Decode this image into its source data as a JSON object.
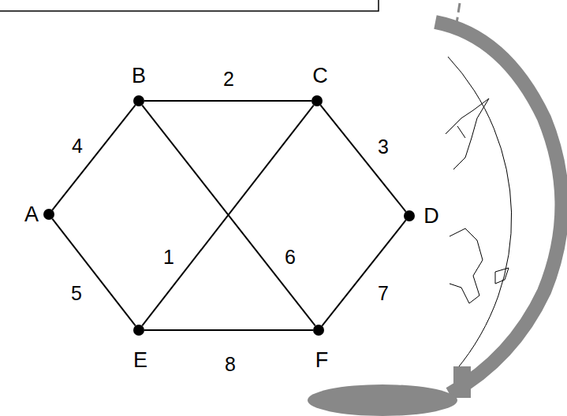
{
  "diagram": {
    "nodes": [
      {
        "text": [
          "A"
        ]
      },
      {
        "text": [
          "B"
        ]
      },
      {
        "text": [
          "C"
        ]
      },
      {
        "text": [
          "D"
        ]
      },
      {
        "text": [
          "E"
        ]
      },
      {
        "text": [
          "F"
        ]
      }
    ],
    "edges": [
      {
        "from": 0,
        "to": 1,
        "arrow": "none",
        "label": "4"
      },
      {
        "from": 1,
        "to": 2,
        "arrow": "none",
        "label": "2"
      },
      {
        "from": 2,
        "to": 3,
        "arrow": "none",
        "label": "3"
      },
      {
        "from": 0,
        "to": 4,
        "arrow": "none",
        "label": "5"
      },
      {
        "from": 4,
        "to": 2,
        "arrow": "none",
        "label": "1"
      },
      {
        "from": 1,
        "to": 5,
        "arrow": "none",
        "label": "6"
      },
      {
        "from": 3,
        "to": 5,
        "arrow": "none",
        "label": "7"
      },
      {
        "from": 4,
        "to": 5,
        "arrow": "none",
        "label": "8"
      }
    ]
  }
}
